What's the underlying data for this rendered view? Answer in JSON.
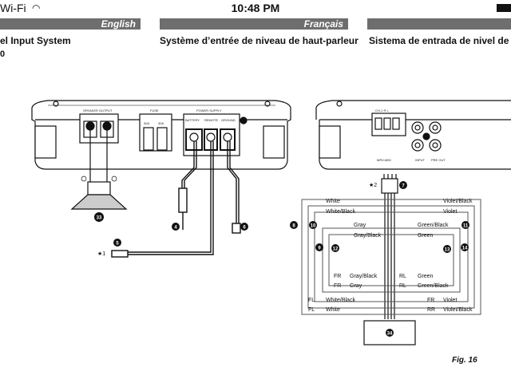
{
  "status_bar": {
    "carrier": "Wi-Fi",
    "time": "10:48 PM"
  },
  "languages": [
    "English",
    "Français"
  ],
  "headings": {
    "english": "el Input System",
    "french": "Système d’entrée de niveau de haut-parleur",
    "spanish": "Sistema de entrada de nivel de altav"
  },
  "page_fragment": "0",
  "amp_left": {
    "speaker_output": "SPEAKER OUTPUT",
    "fuse": "FUSE",
    "power_supply": "POWER SUPPLY",
    "fuse_a": "30A",
    "fuse_b": "30A",
    "ps_battery": "BATTERY",
    "ps_remote": "REMOTE",
    "ps_ground": "GROUND",
    "callout_33": "33",
    "callout_4": "4",
    "callout_5": "5",
    "callout_6": "6",
    "star1": "★1"
  },
  "amp_right": {
    "model": "MRV-M50",
    "input": "INPUT",
    "pre_out": "PRE OUT",
    "ch_label": "CH-1 R L",
    "star2": "★2",
    "callout_7": "7"
  },
  "harness": {
    "left_wires": [
      "White",
      "White/Black",
      "Gray",
      "Gray/Black"
    ],
    "right_wires": [
      "Violet/Black",
      "Violet",
      "Green/Black",
      "Green"
    ],
    "callouts": [
      "8",
      "10",
      "12",
      "9",
      "11",
      "13",
      "14",
      "34"
    ],
    "inner_left": [
      {
        "ch": "FR",
        "wire": "Gray/Black"
      },
      {
        "ch": "FR",
        "wire": "Gray"
      }
    ],
    "inner_right": [
      {
        "ch": "RL",
        "wire": "Green"
      },
      {
        "ch": "RL",
        "wire": "Green/Black"
      }
    ],
    "outer_left": [
      {
        "ch": "FL",
        "wire": "White/Black"
      },
      {
        "ch": "FL",
        "wire": "White"
      }
    ],
    "outer_right": [
      {
        "ch": "FR",
        "wire": "Violet"
      },
      {
        "ch": "RR",
        "wire": "Violet/Black"
      }
    ]
  },
  "figure_label": "Fig. 16"
}
